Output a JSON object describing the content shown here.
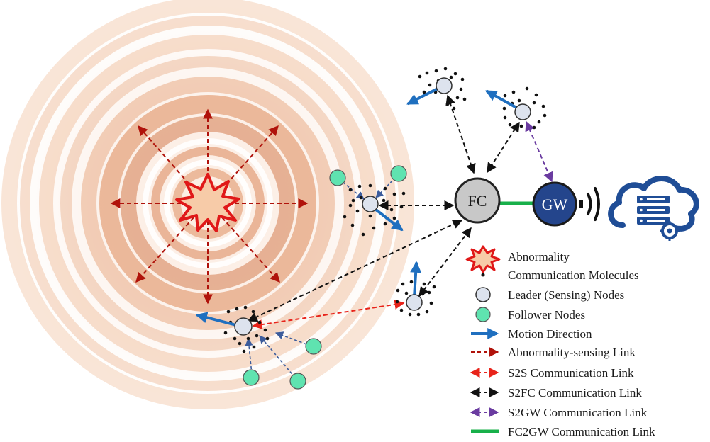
{
  "nodes": {
    "fc_label": "FC",
    "gw_label": "GW"
  },
  "legend": {
    "items": [
      {
        "label": "Abnormality",
        "icon": "burst-icon"
      },
      {
        "label": "Communication Molecules",
        "icon": "molecule-dot-icon"
      },
      {
        "label": "Leader (Sensing) Nodes",
        "icon": "leader-node-icon"
      },
      {
        "label": "Follower Nodes",
        "icon": "follower-node-icon"
      },
      {
        "label": "Motion Direction",
        "icon": "motion-arrow-icon"
      },
      {
        "label": "Abnormality-sensing Link",
        "icon": "dashed-arrow-darkred-icon"
      },
      {
        "label": "S2S Communication Link",
        "icon": "dashed-arrow-red-icon"
      },
      {
        "label": "S2FC Communication Link",
        "icon": "dashed-arrow-black-icon"
      },
      {
        "label": "S2GW Communication Link",
        "icon": "dashed-arrow-purple-icon"
      },
      {
        "label": "FC2GW Communication Link",
        "icon": "solid-green-line-icon"
      }
    ]
  },
  "colors": {
    "abnormality_link": "#b0120a",
    "s2s_link": "#e8231a",
    "s2fc_link": "#111111",
    "s2gw_link": "#6a3ba0",
    "fc2gw_link": "#18b04a",
    "motion": "#1f6fbf",
    "leader_fill": "#dde3ee",
    "follower_fill": "#5fe3b0",
    "fc_fill": "#c8c8c8",
    "gw_fill": "#24458c",
    "cloud": "#1f4d96",
    "ring": "#e9b79a"
  }
}
